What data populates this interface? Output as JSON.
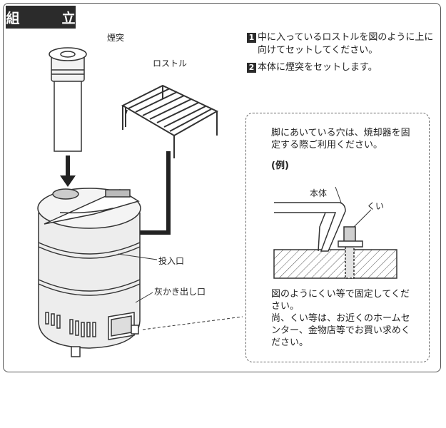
{
  "header": {
    "title": "組　立"
  },
  "labels": {
    "chimney": "煙突",
    "grate": "ロストル",
    "inlet": "投入口",
    "ash_outlet": "灰かき出し口"
  },
  "steps": [
    {
      "num": "1",
      "text": "中に入っているロストルを図のように上に向けてセットしてください。"
    },
    {
      "num": "2",
      "text": "本体に煙突をセットします。"
    }
  ],
  "detail": {
    "intro": "脚にあいている穴は、焼却器を固定する際ご利用ください。",
    "example": "(例)",
    "body_label": "本体",
    "stake_label": "くい",
    "note_1": "図のようにくい等で固定してください。",
    "note_2": "尚、くい等は、お近くのホームセンター、金物店等でお買い求めください。"
  }
}
